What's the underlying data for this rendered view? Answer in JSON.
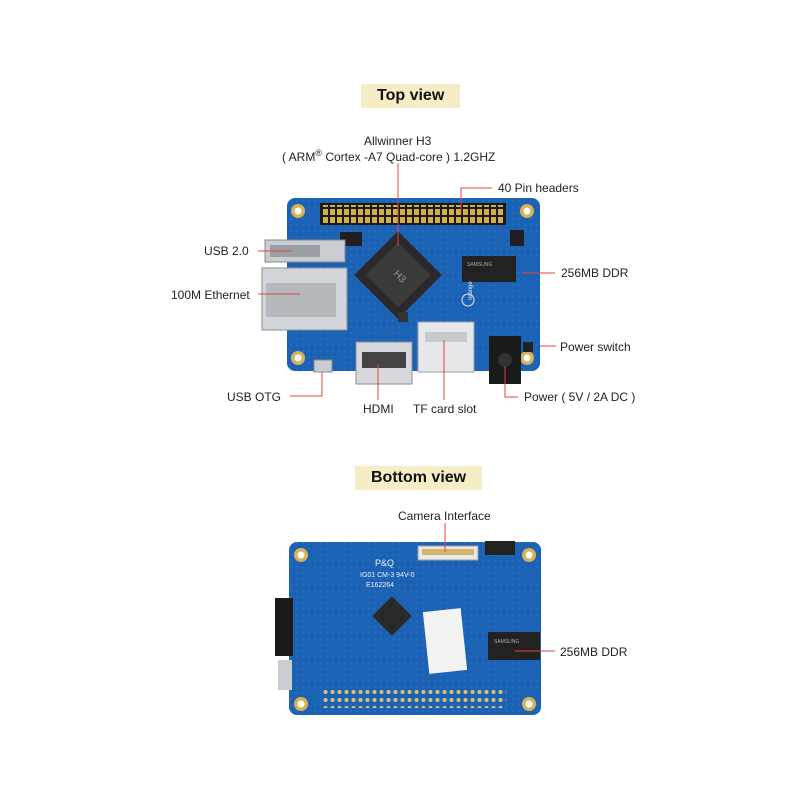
{
  "top_view": {
    "title": "Top view",
    "labels": {
      "cpu_line1": "Allwinner H3",
      "cpu_line2_a": "( ARM",
      "cpu_line2_reg": "®",
      "cpu_line2_b": " Cortex -A7 Quad-core ) 1.2GHZ",
      "pin_headers": "40 Pin headers",
      "usb20": "USB 2.0",
      "ddr": "256MB DDR",
      "ethernet": "100M Ethernet",
      "power_switch": "Power switch",
      "usb_otg": "USB OTG",
      "hdmi": "HDMI",
      "tf_card": "TF card slot",
      "power": "Power ( 5V / 2A DC )"
    },
    "board_marks": {
      "cpu_mark": "H3",
      "ram_mark": "SAMSUNG",
      "brand_mark": "orange"
    }
  },
  "bottom_view": {
    "title": "Bottom view",
    "labels": {
      "camera": "Camera Interface",
      "ddr": "256MB DDR"
    },
    "board_marks": {
      "line1": "P&Q",
      "line2": "IG01 CM-3 94V-0",
      "line3": "E162264",
      "ram_mark": "SAMSUNG"
    }
  },
  "colors": {
    "board": "#1b62b5",
    "leader": "#e0473a",
    "tag_bg": "#f6ecc6",
    "gold": "#c9a24a"
  }
}
